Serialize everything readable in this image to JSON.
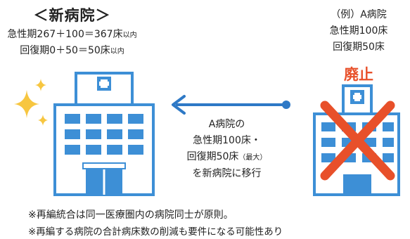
{
  "new_hospital": {
    "title": "＜新病院＞",
    "acute_prefix": "急性期267＋100＝367床",
    "acute_suffix": "以内",
    "recovery_prefix": "回復期0＋50＝50床",
    "recovery_suffix": "以内"
  },
  "example_hospital": {
    "label": "（例）A病院",
    "acute": "急性期100床",
    "recovery": "回復期50床",
    "status": "廃止"
  },
  "transfer": {
    "line1": "A病院の",
    "line2": "急性期100床・",
    "line3_main": "回復期50床",
    "line3_small": "（最大）",
    "line4": "を新病院に移行"
  },
  "notes": [
    "※再編統合は同一医療圏内の病院同士が原則。",
    "※再編する病院の合計病床数の削減も要件になる可能性あり"
  ],
  "colors": {
    "building_blue": "#3d8fd6",
    "window_blue": "#3d8fd6",
    "arrow_blue": "#2e79c6",
    "cross_red": "#e8502a",
    "sparkle_yellow": "#f7c640"
  }
}
